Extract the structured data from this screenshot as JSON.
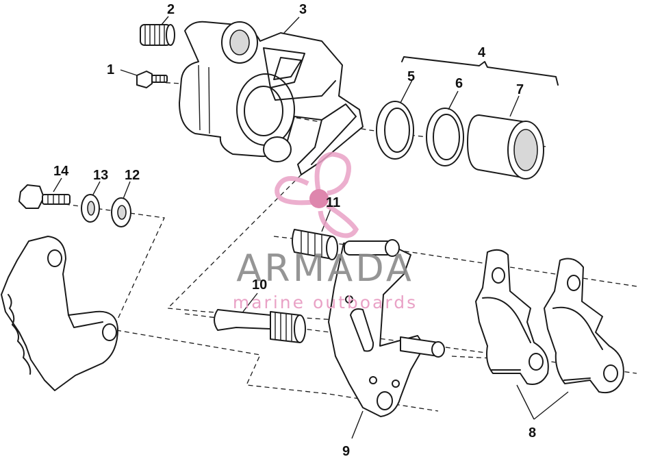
{
  "callouts": {
    "c1": "1",
    "c2": "2",
    "c3": "3",
    "c4": "4",
    "c5": "5",
    "c6": "6",
    "c7": "7",
    "c8": "8",
    "c9": "9",
    "c10": "10",
    "c11": "11",
    "c12": "12",
    "c13": "13",
    "c14": "14"
  },
  "watermark": {
    "title": "ARMADA",
    "subtitle": "marine outboards",
    "colors": {
      "text": "#8a8a8a",
      "logo": "#e9a2c6",
      "logo_dark": "#d9719f"
    }
  },
  "colors": {
    "line": "#1a1a1a",
    "background": "#ffffff"
  }
}
